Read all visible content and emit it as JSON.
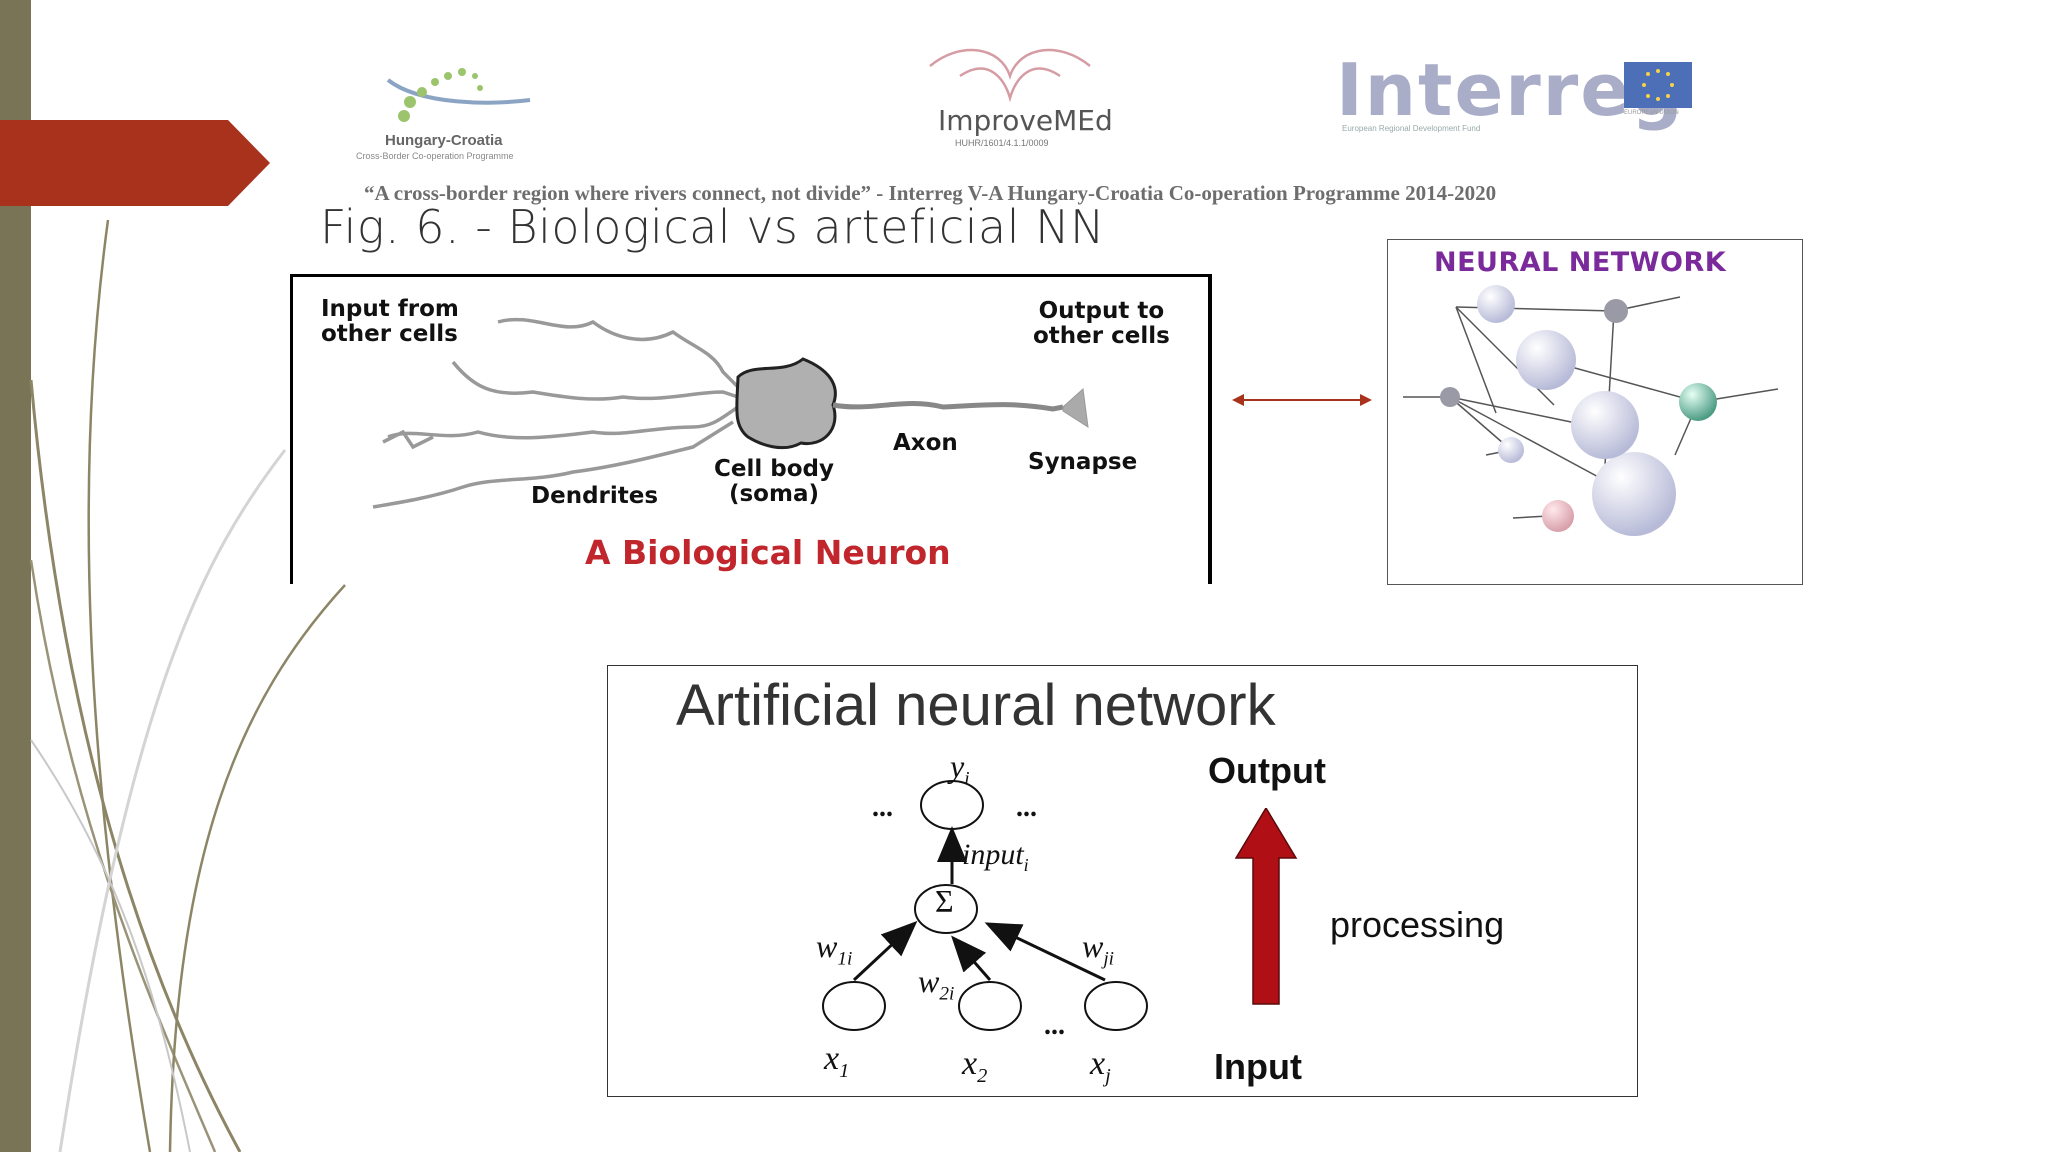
{
  "logos": {
    "hungary_croatia": {
      "name": "Hungary-Croatia",
      "subtitle": "Cross-Border Co-operation Programme"
    },
    "improvemed": {
      "name": "ImproveMEd",
      "code": "HUHR/1601/4.1.1/0009"
    },
    "interreg": {
      "name": "Interreg",
      "subtitle": "European Regional Development Fund",
      "eu_label": "EUROPEAN UNION"
    }
  },
  "slogan": "“A cross-border region where rivers connect, not divide” - Interreg V-A Hungary-Croatia Co-operation Programme 2014-2020",
  "slide_title": "Fig. 6. - Biological vs arteficial NN",
  "biological": {
    "input_label": "Input from\nother cells",
    "output_label": "Output to\nother cells",
    "axon": "Axon",
    "synapse": "Synapse",
    "cell_body": "Cell body\n(soma)",
    "dendrites": "Dendrites",
    "title": "A Biological Neuron"
  },
  "neural_network": {
    "title": "NEURAL NETWORK"
  },
  "artificial": {
    "title": "Artificial neural network",
    "output": "Output",
    "input": "Input",
    "processing": "processing",
    "sum_symbol": "Σ",
    "ellipsis": "...",
    "y_label": "y",
    "y_sub": "i",
    "input_label": "input",
    "input_sub": "i",
    "w1": "w",
    "w1_sub": "1i",
    "w2": "w",
    "w2_sub": "2i",
    "wj": "w",
    "wj_sub": "ji",
    "x1": "x",
    "x1_sub": "1",
    "x2": "x",
    "x2_sub": "2",
    "xj": "x",
    "xj_sub": "j"
  },
  "colors": {
    "sidebar": "#7a7457",
    "accent_red": "#a8321c",
    "bio_title": "#c0262c",
    "nn_title": "#7a2a9a",
    "ann_arrow": "#b01015"
  }
}
